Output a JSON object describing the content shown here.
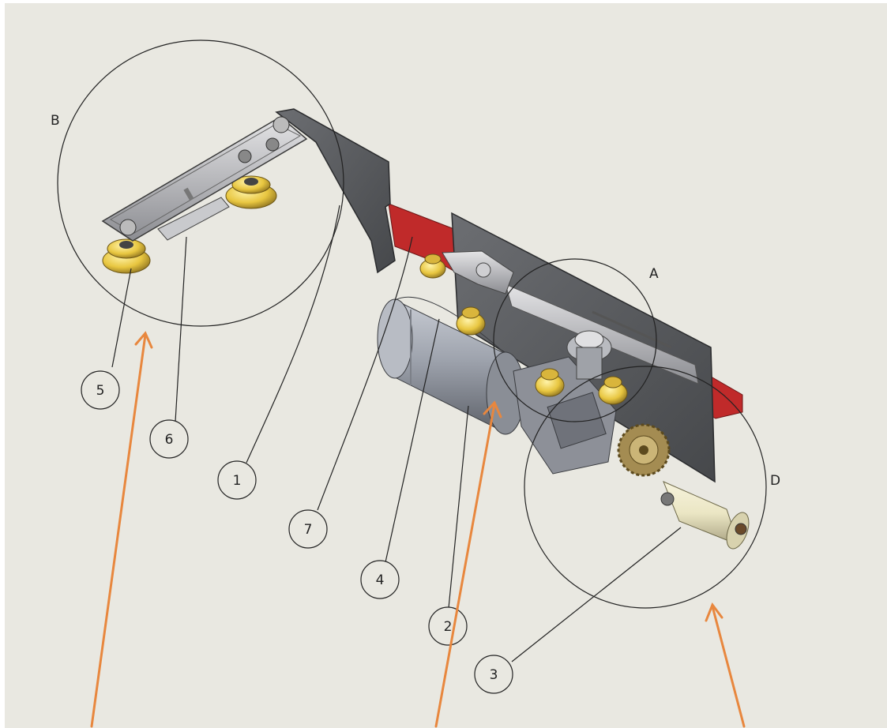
{
  "colors": {
    "background": "#e9e8e1",
    "line": "#222222",
    "arrow": "#e8873e",
    "plate_dark": "#55575a",
    "plate_edge": "#2b2c2e",
    "accent_red": "#c02a2a",
    "roller_yellow": "#e8c640",
    "motor_grey": "#9ea3ad",
    "motor_cream": "#ebe6c4"
  },
  "detail_views": {
    "B": {
      "label": "B"
    },
    "A": {
      "label": "A"
    },
    "D": {
      "label": "D"
    }
  },
  "callouts": [
    {
      "id": "5",
      "label": "5"
    },
    {
      "id": "6",
      "label": "6"
    },
    {
      "id": "1",
      "label": "1"
    },
    {
      "id": "7",
      "label": "7"
    },
    {
      "id": "4",
      "label": "4"
    },
    {
      "id": "2",
      "label": "2"
    },
    {
      "id": "3",
      "label": "3"
    }
  ]
}
